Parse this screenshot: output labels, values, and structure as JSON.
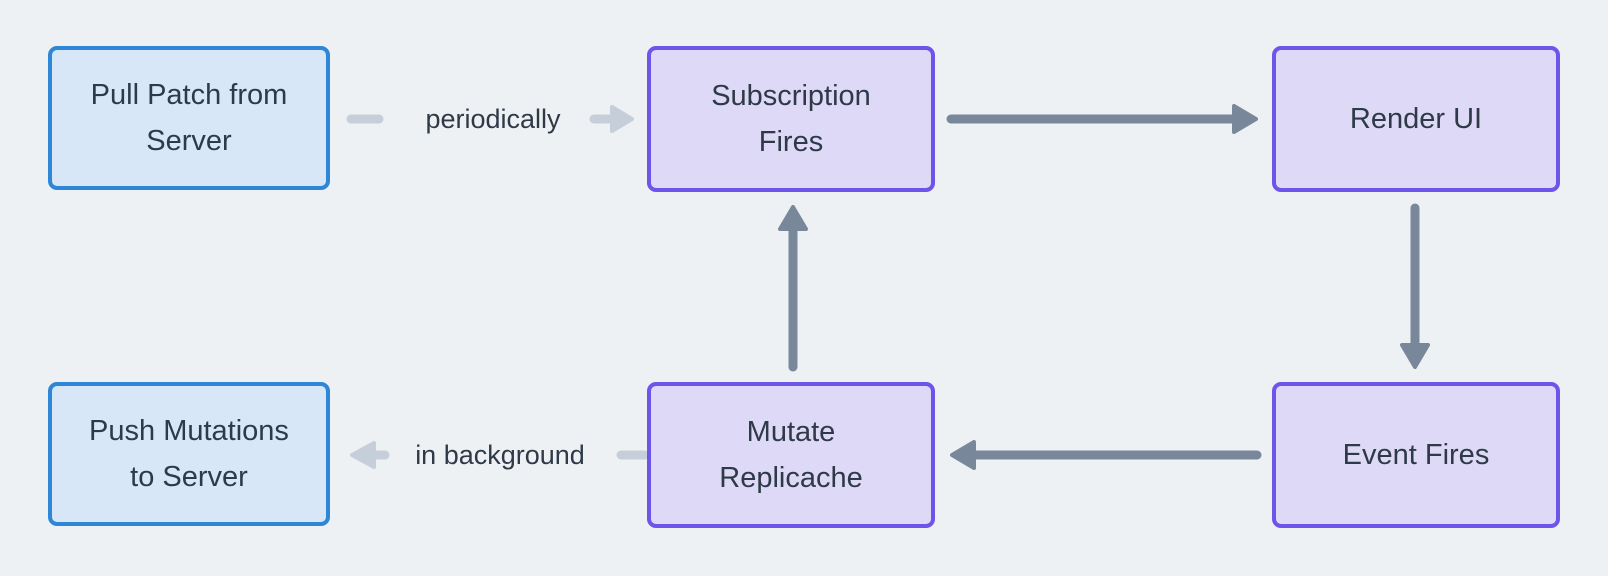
{
  "colors": {
    "bg": "#eef1f4",
    "blue_node_fill": "#d7e7f8",
    "blue_node_border": "#2e86d6",
    "purple_node_fill": "#ded9f7",
    "purple_node_border": "#6c55e8",
    "dark_arrow": "#78879a",
    "light_arrow": "#c5ced9",
    "text": "#2e3a48"
  },
  "nodes": {
    "pull_patch": {
      "label": "Pull Patch from Server",
      "lines": [
        "Pull Patch from",
        "Server"
      ],
      "style": "blue"
    },
    "subscription_fires": {
      "label": "Subscription Fires",
      "lines": [
        "Subscription",
        "Fires"
      ],
      "style": "purple"
    },
    "render_ui": {
      "label": "Render UI",
      "lines": [
        "Render UI"
      ],
      "style": "purple"
    },
    "push_mutations": {
      "label": "Push Mutations to Server",
      "lines": [
        "Push Mutations",
        "to Server"
      ],
      "style": "blue"
    },
    "mutate_replicache": {
      "label": "Mutate Replicache",
      "lines": [
        "Mutate",
        "Replicache"
      ],
      "style": "purple"
    },
    "event_fires": {
      "label": "Event Fires",
      "lines": [
        "Event Fires"
      ],
      "style": "purple"
    }
  },
  "edges": {
    "pull_to_subscription": {
      "label": "periodically",
      "style": "light"
    },
    "subscription_to_render": {
      "label": "",
      "style": "dark"
    },
    "render_to_event": {
      "label": "",
      "style": "dark"
    },
    "event_to_mutate": {
      "label": "",
      "style": "dark"
    },
    "mutate_to_subscription": {
      "label": "",
      "style": "dark"
    },
    "mutate_to_push": {
      "label": "in background",
      "style": "light"
    }
  }
}
